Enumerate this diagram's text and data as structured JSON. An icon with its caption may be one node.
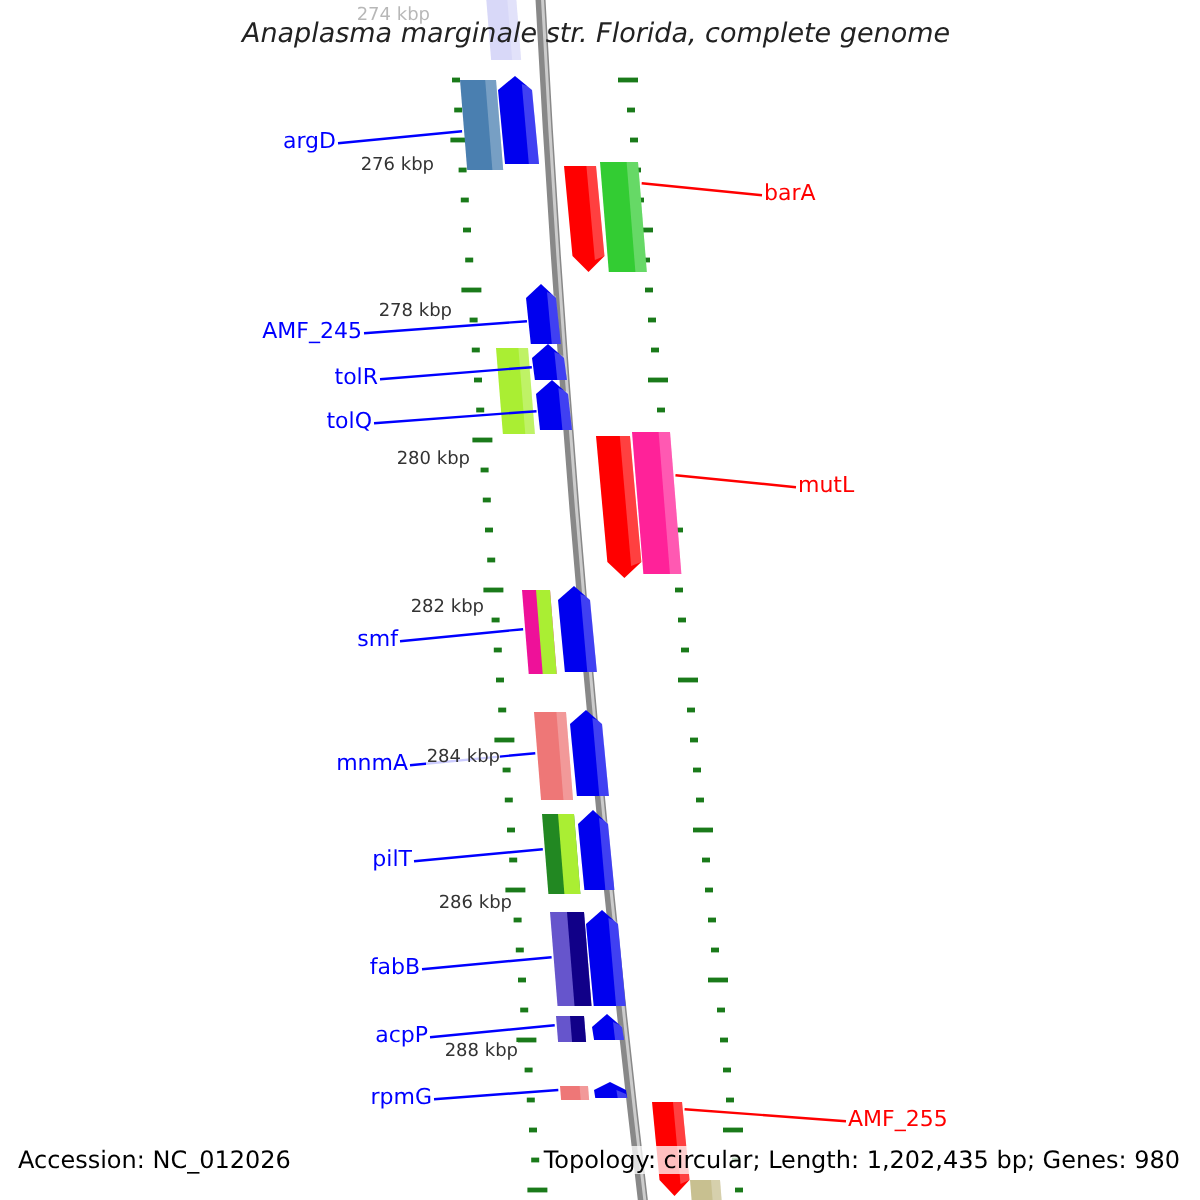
{
  "diagram": {
    "title": "Anaplasma marginale str. Florida, complete genome",
    "nodes": [
      {
        "text": [
          "argD"
        ]
      },
      {
        "text": [
          "barA"
        ]
      },
      {
        "text": [
          "AMF_245"
        ]
      },
      {
        "text": [
          "tolR"
        ]
      },
      {
        "text": [
          "tolQ"
        ]
      },
      {
        "text": [
          "mutL"
        ]
      },
      {
        "text": [
          "smf"
        ]
      },
      {
        "text": [
          "mnmA"
        ]
      },
      {
        "text": [
          "pilT"
        ]
      },
      {
        "text": [
          "fabB"
        ]
      },
      {
        "text": [
          "acpP"
        ]
      },
      {
        "text": [
          "rpmG"
        ]
      },
      {
        "text": [
          "AMF_255"
        ]
      },
      {
        "text": [],
        "shape": "bar"
      },
      {
        "text": [],
        "shape": "bar"
      },
      {
        "text": [],
        "shape": "bar"
      },
      {
        "text": [],
        "shape": "bar"
      },
      {
        "text": [],
        "shape": "bar"
      },
      {
        "text": [],
        "shape": "bar"
      },
      {
        "text": [],
        "shape": "bar"
      },
      {
        "text": [],
        "shape": "bar"
      },
      {
        "text": [],
        "shape": "bar"
      },
      {
        "text": [],
        "shape": "bar"
      },
      {
        "text": [],
        "shape": "bar"
      },
      {
        "text": [],
        "shape": "bar"
      },
      {
        "text": [],
        "shape": "bar"
      },
      {
        "text": [],
        "shape": "bar"
      },
      {
        "text": [],
        "shape": "bar"
      },
      {
        "text": [],
        "shape": "bar"
      },
      {
        "text": [],
        "shape": "bar"
      },
      {
        "text": [],
        "shape": "bar"
      },
      {
        "text": [],
        "shape": "bar"
      },
      {
        "text": [],
        "shape": "bar"
      },
      {
        "text": [],
        "shape": "bar"
      },
      {
        "text": [],
        "shape": "bar"
      },
      {
        "text": [],
        "shape": "bar"
      },
      {
        "text": [],
        "shape": "bar"
      },
      {
        "text": [],
        "shape": "bar"
      }
    ],
    "edges": [
      {
        "from": 0,
        "to": 14,
        "arrow": "none"
      },
      {
        "from": 1,
        "to": 17,
        "arrow": "none",
        "color": "#ff0000"
      },
      {
        "from": 2,
        "to": 18,
        "arrow": "none"
      },
      {
        "from": 3,
        "to": 19,
        "arrow": "none"
      },
      {
        "from": 4,
        "to": 20,
        "arrow": "none"
      },
      {
        "from": 5,
        "to": 23,
        "arrow": "none",
        "color": "#ff0000"
      },
      {
        "from": 6,
        "to": 24,
        "arrow": "none"
      },
      {
        "from": 7,
        "to": 26,
        "arrow": "none"
      },
      {
        "from": 8,
        "to": 28,
        "arrow": "none"
      },
      {
        "from": 9,
        "to": 30,
        "arrow": "none"
      },
      {
        "from": 10,
        "to": 32,
        "arrow": "none"
      },
      {
        "from": 11,
        "to": 34,
        "arrow": "none"
      },
      {
        "from": 12,
        "to": 36,
        "arrow": "none",
        "color": "#ff0000"
      }
    ],
    "labels": [
      "274 kbp",
      "276 kbp",
      "278 kbp",
      "280 kbp",
      "282 kbp",
      "284 kbp",
      "286 kbp",
      "288 kbp",
      "Accession: NC_012026",
      "Topology: circular; Length: 1,202,435 bp; Genes: 980"
    ]
  }
}
